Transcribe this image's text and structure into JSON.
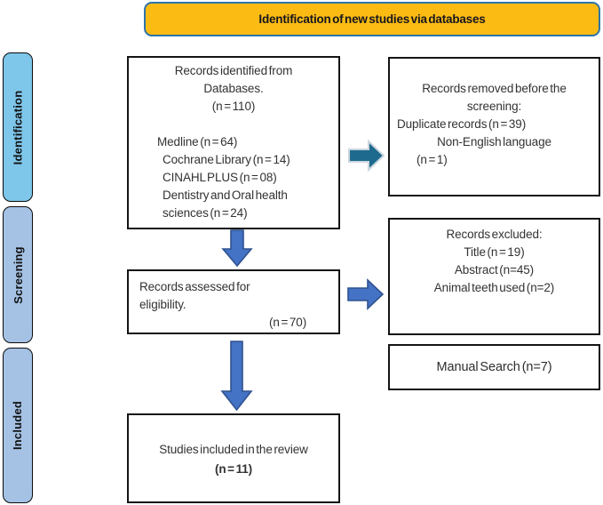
{
  "banner": {
    "label": "Identification of new studies via databases"
  },
  "sidebar": {
    "items": [
      {
        "label": "Identification"
      },
      {
        "label": "Screening"
      },
      {
        "label": "Included"
      }
    ]
  },
  "boxes": {
    "records_identified": {
      "centered_lines": [
        "Records identified from",
        "Databases.",
        "(n = 110)"
      ],
      "list_lines": [
        "Medline (n = 64)",
        "Cochrane Library (n = 14)",
        "CINAHL PLUS (n = 08)",
        "Dentistry and Oral health",
        "sciences (n = 24)"
      ]
    },
    "records_removed": {
      "lines": [
        "Records removed before the",
        "screening:",
        "Duplicate records (n = 39)",
        "Non-English language",
        "(n = 1)"
      ]
    },
    "records_assessed": {
      "lines": [
        "Records assessed for",
        "eligibility.",
        "(n = 70)"
      ]
    },
    "records_excluded": {
      "lines": [
        "Records excluded:",
        "Title (n = 19)",
        "Abstract (n=45)",
        "Animal teeth used (n=2)"
      ]
    },
    "manual_search": {
      "label": "Manual Search (n=7)"
    },
    "studies_included": {
      "line": "Studies included in the review",
      "count": "(n = 11)"
    }
  },
  "arrows": {
    "identified_to_removed": "right-block-arrow",
    "identified_to_assessed": "down-block-arrow",
    "assessed_to_excluded": "right-block-arrow",
    "assessed_to_included": "down-block-arrow"
  },
  "colors": {
    "banner_fill": "#FCBB13",
    "banner_border": "#2E74A8",
    "identification_bar_fill": "#7EC6EA",
    "screening_bar_fill": "#A5C2E5",
    "included_bar_fill": "#A5C2E5",
    "teal_arrow_fill": "#1E6A8E",
    "blue_arrow_fill": "#4472C4",
    "blue_arrow_border": "#2F528F",
    "box_border": "#141414"
  }
}
